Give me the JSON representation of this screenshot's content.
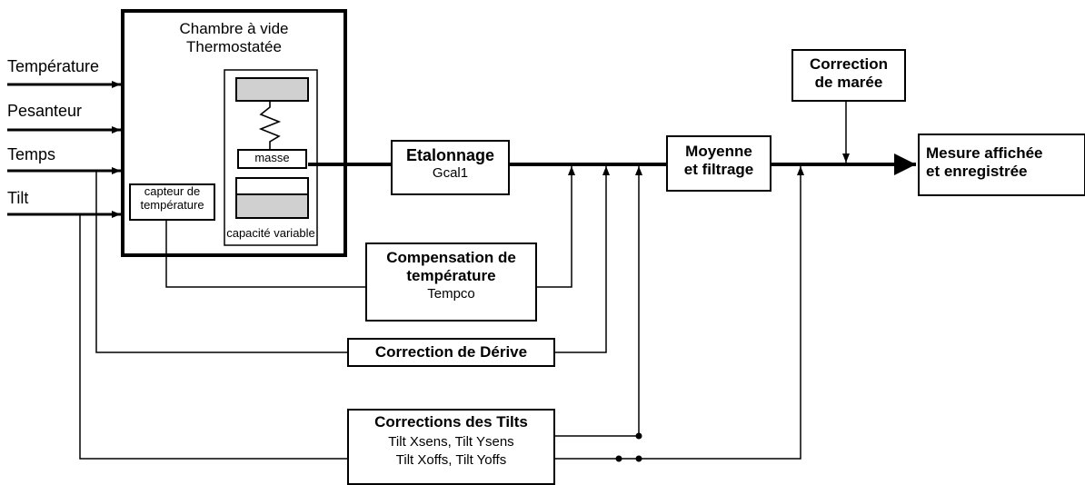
{
  "inputs": {
    "temperature": "Température",
    "gravity": "Pesanteur",
    "time": "Temps",
    "tilt": "Tilt"
  },
  "chamber": {
    "title_line1": "Chambre à vide",
    "title_line2": "Thermostatée",
    "mass_label": "masse",
    "capacitor_label": "capacité variable",
    "sensor_line1": "capteur de",
    "sensor_line2": "température"
  },
  "calibration": {
    "title": "Etalonnage",
    "param": "Gcal1"
  },
  "temp_comp": {
    "title_line1": "Compensation de",
    "title_line2": "température",
    "param": "Tempco"
  },
  "drift": {
    "title": "Correction de Dérive"
  },
  "tilts": {
    "title": "Corrections des Tilts",
    "params_line1": "Tilt Xsens, Tilt Ysens",
    "params_line2": "Tilt Xoffs, Tilt Yoffs"
  },
  "averaging": {
    "line1": "Moyenne",
    "line2": "et filtrage"
  },
  "tide": {
    "line1": "Correction",
    "line2": "de marée"
  },
  "output": {
    "line1": "Mesure affichée",
    "line2": "et enregistrée"
  }
}
